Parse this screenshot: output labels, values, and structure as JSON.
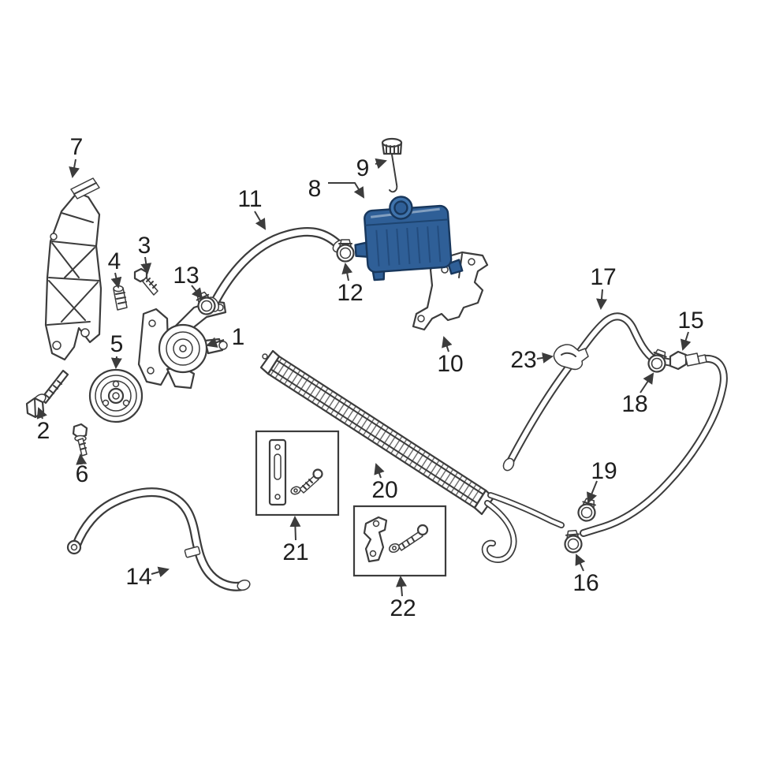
{
  "diagram": {
    "background_color": "#ffffff",
    "line_color": "#3c3c3c",
    "highlight_color": "#2f5f97",
    "highlighted_callout": "8",
    "callouts": [
      {
        "number": "1",
        "part": "pump"
      },
      {
        "number": "2",
        "part": "bolt"
      },
      {
        "number": "3",
        "part": "bolt"
      },
      {
        "number": "4",
        "part": "stud"
      },
      {
        "number": "5",
        "part": "pulley"
      },
      {
        "number": "6",
        "part": "bolt"
      },
      {
        "number": "7",
        "part": "bracket"
      },
      {
        "number": "8",
        "part": "reservoir-highlighted"
      },
      {
        "number": "9",
        "part": "cap"
      },
      {
        "number": "10",
        "part": "bracket"
      },
      {
        "number": "11",
        "part": "hose"
      },
      {
        "number": "12",
        "part": "clamp"
      },
      {
        "number": "13",
        "part": "clamp"
      },
      {
        "number": "14",
        "part": "hose"
      },
      {
        "number": "15",
        "part": "fitting"
      },
      {
        "number": "16",
        "part": "clamp"
      },
      {
        "number": "17",
        "part": "hose"
      },
      {
        "number": "18",
        "part": "clamp"
      },
      {
        "number": "19",
        "part": "clamp"
      },
      {
        "number": "20",
        "part": "cooler"
      },
      {
        "number": "21",
        "part": "bracket-hardware-kit"
      },
      {
        "number": "22",
        "part": "bracket-hardware-kit"
      },
      {
        "number": "23",
        "part": "clip"
      }
    ]
  }
}
